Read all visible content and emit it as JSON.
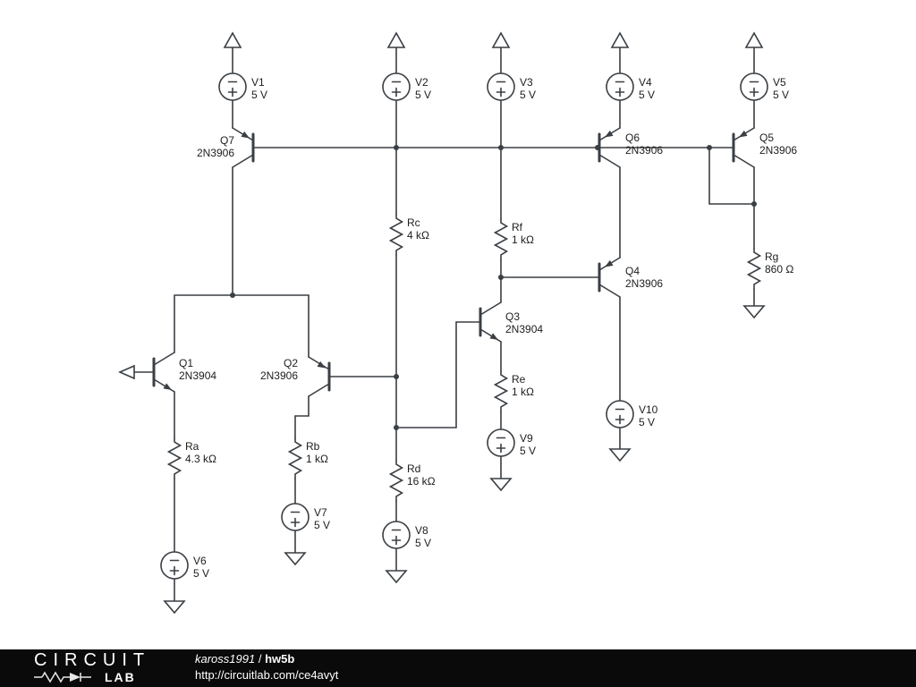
{
  "colors": {
    "wire": "#3a3f44",
    "label": "#1d1d1d",
    "footer_bg": "#0a0a0a",
    "footer_text": "#ffffff"
  },
  "schematic": {
    "sources": {
      "v1": {
        "name": "V1",
        "value": "5 V"
      },
      "v2": {
        "name": "V2",
        "value": "5 V"
      },
      "v3": {
        "name": "V3",
        "value": "5 V"
      },
      "v4": {
        "name": "V4",
        "value": "5 V"
      },
      "v5": {
        "name": "V5",
        "value": "5 V"
      },
      "v6": {
        "name": "V6",
        "value": "5 V"
      },
      "v7": {
        "name": "V7",
        "value": "5 V"
      },
      "v8": {
        "name": "V8",
        "value": "5 V"
      },
      "v9": {
        "name": "V9",
        "value": "5 V"
      },
      "v10": {
        "name": "V10",
        "value": "5 V"
      }
    },
    "transistors": {
      "q1": {
        "name": "Q1",
        "part": "2N3904"
      },
      "q2": {
        "name": "Q2",
        "part": "2N3906"
      },
      "q3": {
        "name": "Q3",
        "part": "2N3904"
      },
      "q4": {
        "name": "Q4",
        "part": "2N3906"
      },
      "q5": {
        "name": "Q5",
        "part": "2N3906"
      },
      "q6": {
        "name": "Q6",
        "part": "2N3906"
      },
      "q7": {
        "name": "Q7",
        "part": "2N3906"
      }
    },
    "resistors": {
      "ra": {
        "name": "Ra",
        "value": "4.3 kΩ"
      },
      "rb": {
        "name": "Rb",
        "value": "1 kΩ"
      },
      "rc": {
        "name": "Rc",
        "value": "4 kΩ"
      },
      "rd": {
        "name": "Rd",
        "value": "16 kΩ"
      },
      "re": {
        "name": "Re",
        "value": "1 kΩ"
      },
      "rf": {
        "name": "Rf",
        "value": "1 kΩ"
      },
      "rg": {
        "name": "Rg",
        "value": "860 Ω"
      }
    }
  },
  "footer": {
    "logo_top": "CIRCUIT",
    "logo_bottom": "LAB",
    "author": "kaross1991",
    "separator": " / ",
    "title": "hw5b",
    "url": "http://circuitlab.com/ce4avyt"
  }
}
